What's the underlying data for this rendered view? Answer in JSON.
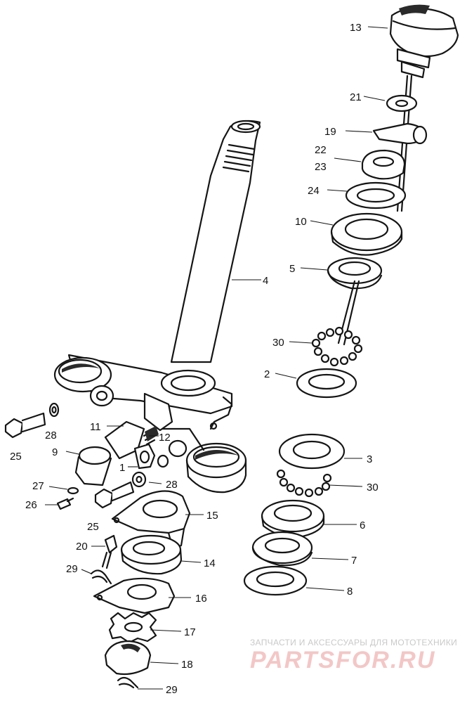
{
  "callouts": {
    "c13": "13",
    "c21": "21",
    "c19": "19",
    "c22": "22",
    "c23": "23",
    "c24": "24",
    "c10": "10",
    "c5": "5",
    "c4": "4",
    "c30a": "30",
    "c2": "2",
    "c25a": "25",
    "c28a": "28",
    "c11": "11",
    "c12": "12",
    "c9": "9",
    "c1": "1",
    "c28b": "28",
    "c27": "27",
    "c26": "26",
    "c25b": "25",
    "c15": "15",
    "c3": "3",
    "c30b": "30",
    "c6": "6",
    "c7": "7",
    "c20": "20",
    "c14": "14",
    "c29a": "29",
    "c8": "8",
    "c16": "16",
    "c17": "17",
    "c18": "18",
    "c29b": "29"
  },
  "watermark": {
    "tagline": "ЗАПЧАСТИ И АКСЕССУАРЫ ДЛЯ МОТОТЕХНИКИ",
    "brand": "PARTSFOR.RU"
  },
  "colors": {
    "ink": "#151515",
    "watermark_text": "#c9c9c9",
    "watermark_brand": "#f3c7c7"
  }
}
